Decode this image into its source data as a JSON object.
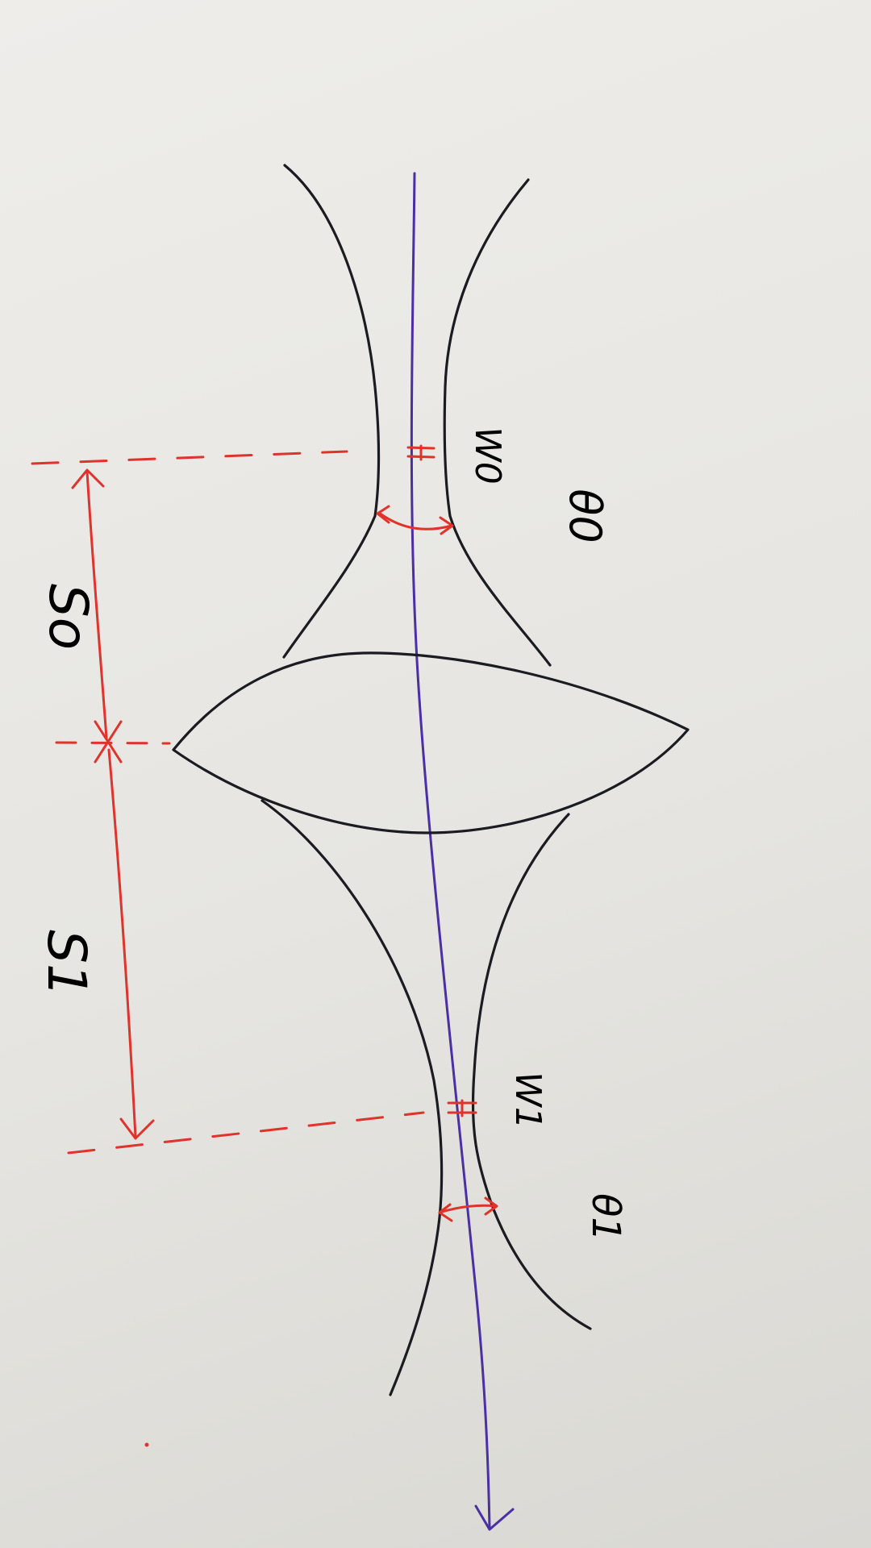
{
  "colors": {
    "ink": "#1b1b22",
    "axis": "#4b2fa6",
    "red": "#e0332b",
    "paper": "#e9e8e4"
  },
  "labels": {
    "object_distance": "So",
    "image_distance": "S1",
    "object_waist": "W0",
    "image_waist": "W1",
    "object_divergence": "θ0",
    "image_divergence": "θ1"
  }
}
